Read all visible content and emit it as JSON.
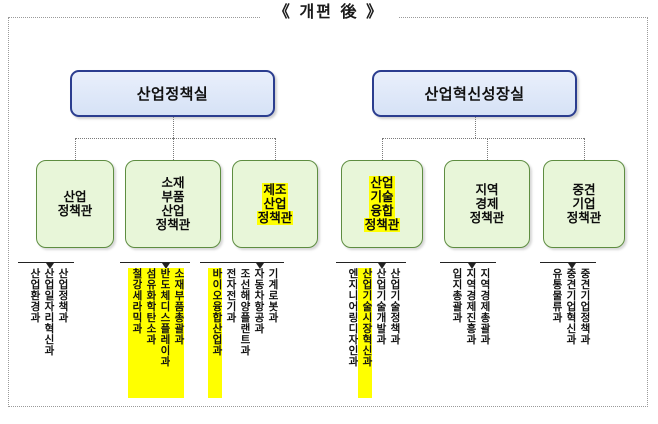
{
  "title": "《 개편 後 》",
  "colors": {
    "dept_fill": "#dce6f7",
    "dept_border": "#2b3d8f",
    "bureau_fill": "#e8f6d9",
    "bureau_border": "#5e8d41",
    "highlight": "#ffff00",
    "frame_border": "#9a9a9a",
    "rule": "#222222"
  },
  "departments": [
    {
      "label": "산업정책실"
    },
    {
      "label": "산업혁신성장실"
    }
  ],
  "bureaus": [
    {
      "lines": [
        "산업",
        "정책관"
      ],
      "highlight": false,
      "divisions": [
        {
          "label": "산업정책과",
          "highlight": false
        },
        {
          "label": "산업일자리혁신과",
          "highlight": false
        },
        {
          "label": "산업환경과",
          "highlight": false
        }
      ]
    },
    {
      "lines": [
        "소재",
        "부품",
        "산업",
        "정책관"
      ],
      "highlight": false,
      "divisions": [
        {
          "label": "소재부품총괄과",
          "highlight": true
        },
        {
          "label": "반도체디스플레이과",
          "highlight": true
        },
        {
          "label": "섬유화학탄소과",
          "highlight": true
        },
        {
          "label": "철강세라믹과",
          "highlight": true
        }
      ]
    },
    {
      "lines": [
        "제조",
        "산업",
        "정책관"
      ],
      "highlight": true,
      "divisions": [
        {
          "label": "기계로봇과",
          "highlight": false
        },
        {
          "label": "자동차항공과",
          "highlight": false
        },
        {
          "label": "조선해양플랜트과",
          "highlight": false
        },
        {
          "label": "전자전기과",
          "highlight": false
        },
        {
          "label": "바이오융합산업과",
          "highlight": true
        }
      ]
    },
    {
      "lines": [
        "산업",
        "기술",
        "융합",
        "정책관"
      ],
      "highlight": true,
      "divisions": [
        {
          "label": "산업기술정책과",
          "highlight": false
        },
        {
          "label": "산업기술개발과",
          "highlight": false
        },
        {
          "label": "산업기술시장혁신과",
          "highlight": true
        },
        {
          "label": "엔지니어링디자인과",
          "highlight": false
        }
      ]
    },
    {
      "lines": [
        "지역",
        "경제",
        "정책관"
      ],
      "highlight": false,
      "divisions": [
        {
          "label": "지역경제총괄과",
          "highlight": false
        },
        {
          "label": "지역경제진흥과",
          "highlight": false
        },
        {
          "label": "입지총괄과",
          "highlight": false
        }
      ]
    },
    {
      "lines": [
        "중견",
        "기업",
        "정책관"
      ],
      "highlight": false,
      "divisions": [
        {
          "label": "중견기업정책과",
          "highlight": false
        },
        {
          "label": "중견기업혁신과",
          "highlight": false
        },
        {
          "label": "유통물류과",
          "highlight": false
        }
      ]
    }
  ]
}
